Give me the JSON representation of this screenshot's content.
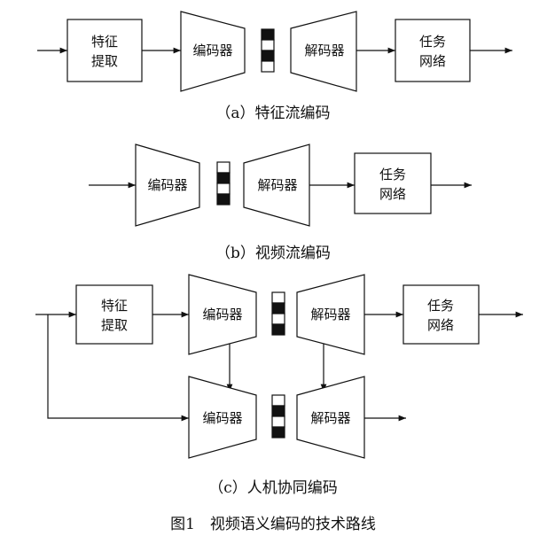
{
  "labels": {
    "feature_extract_1": "特征",
    "feature_extract_2": "提取",
    "encoder": "编码器",
    "decoder": "解码器",
    "task_net_1": "任务",
    "task_net_2": "网络"
  },
  "captions": {
    "a": "（a）特征流编码",
    "b": "（b）视频流编码",
    "c": "（c）人机协同编码",
    "figure": "图1　视频语义编码的技术路线"
  },
  "colors": {
    "stroke": "#111111",
    "bit_black": "#111111",
    "bit_white": "#ffffff"
  }
}
